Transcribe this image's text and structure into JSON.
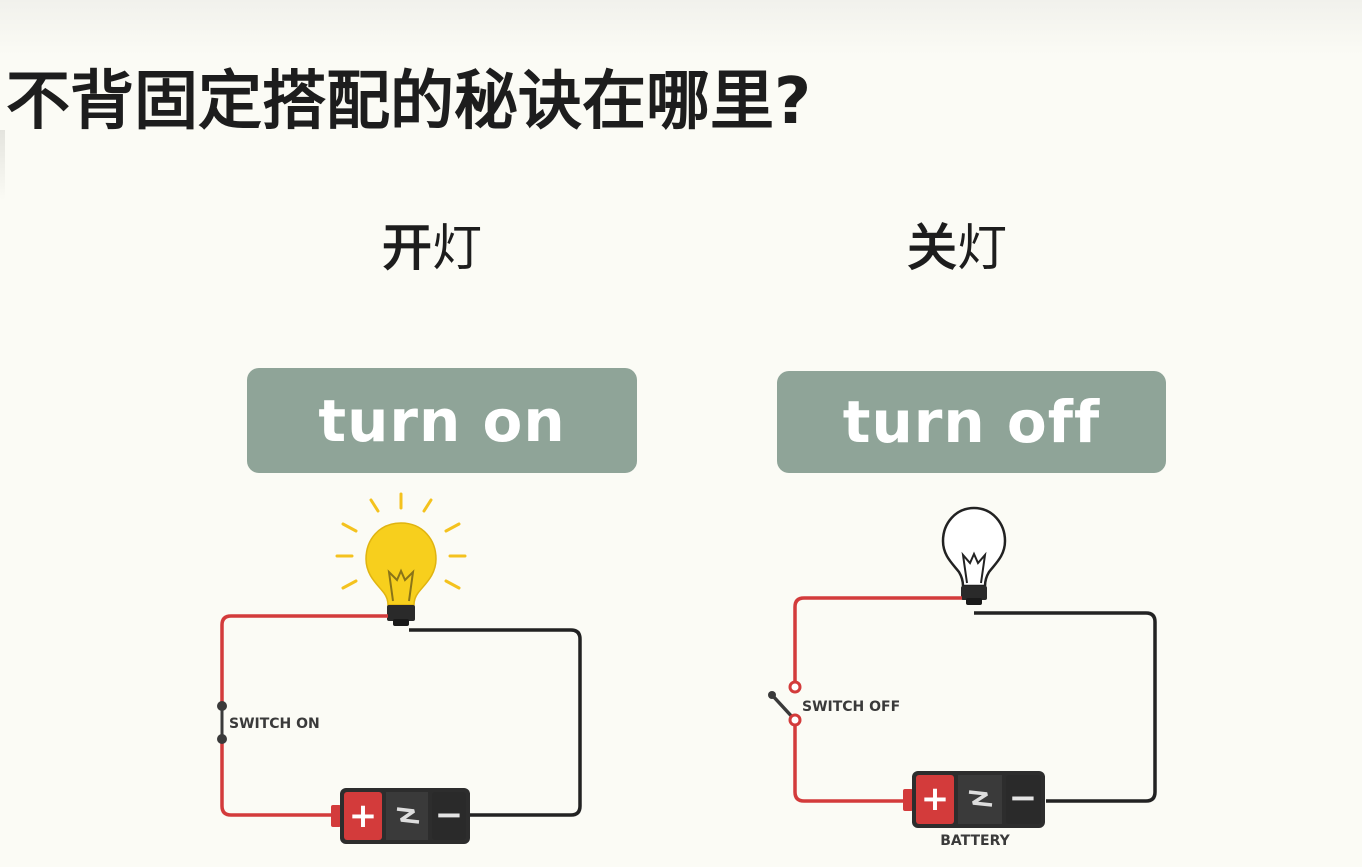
{
  "slide": {
    "title": "不背固定搭配的秘诀在哪里?"
  },
  "panels": [
    {
      "heading_bold": "开",
      "heading_rest": "灯",
      "button_label": "turn on",
      "switch_label": "SWITCH ON",
      "bulb_state": "lit"
    },
    {
      "heading_bold": "关",
      "heading_rest": "灯",
      "button_label": "turn off",
      "switch_label": "SWITCH OFF",
      "bulb_state": "unlit",
      "battery_label": "BATTERY"
    }
  ],
  "battery": {
    "plus_symbol": "+",
    "minus_symbol": "−"
  },
  "colors": {
    "pill_background": "#8fa498",
    "wire_positive": "#d33b3b",
    "wire_negative": "#222222",
    "bulb_lit": "#f7cf1d",
    "battery_red": "#d33b3b",
    "battery_body": "#2d2d2d"
  }
}
